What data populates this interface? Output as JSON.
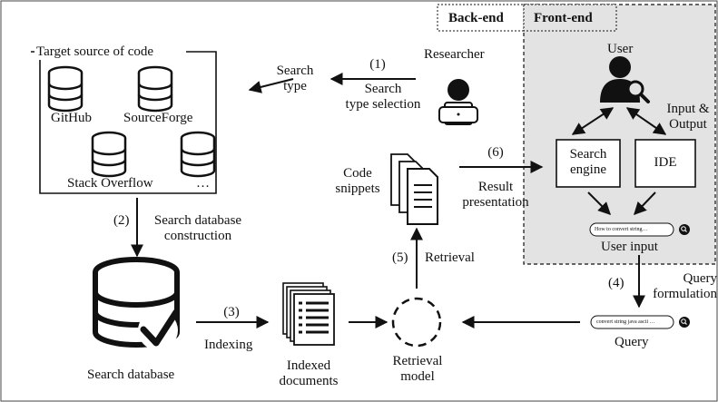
{
  "tabs": {
    "backend": "Back-end",
    "frontend": "Front-end"
  },
  "source_box": {
    "title": "Target source of code",
    "sources": [
      "GitHub",
      "SourceForge",
      "Stack Overflow",
      "…"
    ]
  },
  "steps": {
    "s1": {
      "num": "(1)",
      "text": "Search\ntype selection"
    },
    "s2": {
      "num": "(2)",
      "text": "Search database\nconstruction"
    },
    "s3": {
      "num": "(3)",
      "text": "Indexing"
    },
    "s4": {
      "num": "(4)",
      "text": "Query\nformulation"
    },
    "s5": {
      "num": "(5)",
      "text": "Retrieval"
    },
    "s6": {
      "num": "(6)",
      "text": "Result\npresentation"
    }
  },
  "nodes": {
    "search_type": "Search\ntype",
    "researcher": "Researcher",
    "user": "User",
    "input_output": "Input &\nOutput",
    "search_engine": "Search\nengine",
    "ide": "IDE",
    "user_input": "User input",
    "user_input_placeholder": "How to convert string…",
    "query": "Query",
    "query_placeholder": "convert string java ascii …",
    "code_snippets": "Code\nsnippets",
    "search_database": "Search database",
    "indexed_documents": "Indexed\ndocuments",
    "retrieval_model": "Retrieval\nmodel"
  },
  "colors": {
    "frontend_bg": "#e3e3e3",
    "ink": "#111111"
  }
}
